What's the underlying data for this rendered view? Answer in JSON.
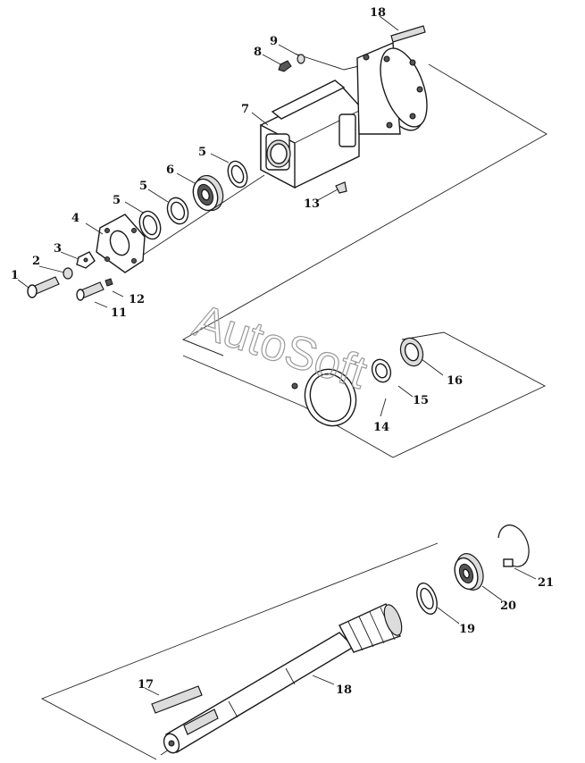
{
  "diagram": {
    "watermark": "AutoSoft",
    "callouts": [
      {
        "id": "c1",
        "text": "1"
      },
      {
        "id": "c2",
        "text": "2"
      },
      {
        "id": "c3",
        "text": "3"
      },
      {
        "id": "c4",
        "text": "4"
      },
      {
        "id": "c5a",
        "text": "5"
      },
      {
        "id": "c5b",
        "text": "5"
      },
      {
        "id": "c5c",
        "text": "5"
      },
      {
        "id": "c6",
        "text": "6"
      },
      {
        "id": "c7",
        "text": "7"
      },
      {
        "id": "c8",
        "text": "8"
      },
      {
        "id": "c9",
        "text": "9"
      },
      {
        "id": "c11",
        "text": "11"
      },
      {
        "id": "c12",
        "text": "12"
      },
      {
        "id": "c13",
        "text": "13"
      },
      {
        "id": "c14",
        "text": "14"
      },
      {
        "id": "c15",
        "text": "15"
      },
      {
        "id": "c16",
        "text": "16"
      },
      {
        "id": "c17",
        "text": "17"
      },
      {
        "id": "c18a",
        "text": "18"
      },
      {
        "id": "c18b",
        "text": "18"
      },
      {
        "id": "c19",
        "text": "19"
      },
      {
        "id": "c20",
        "text": "20"
      },
      {
        "id": "c21",
        "text": "21"
      }
    ]
  }
}
